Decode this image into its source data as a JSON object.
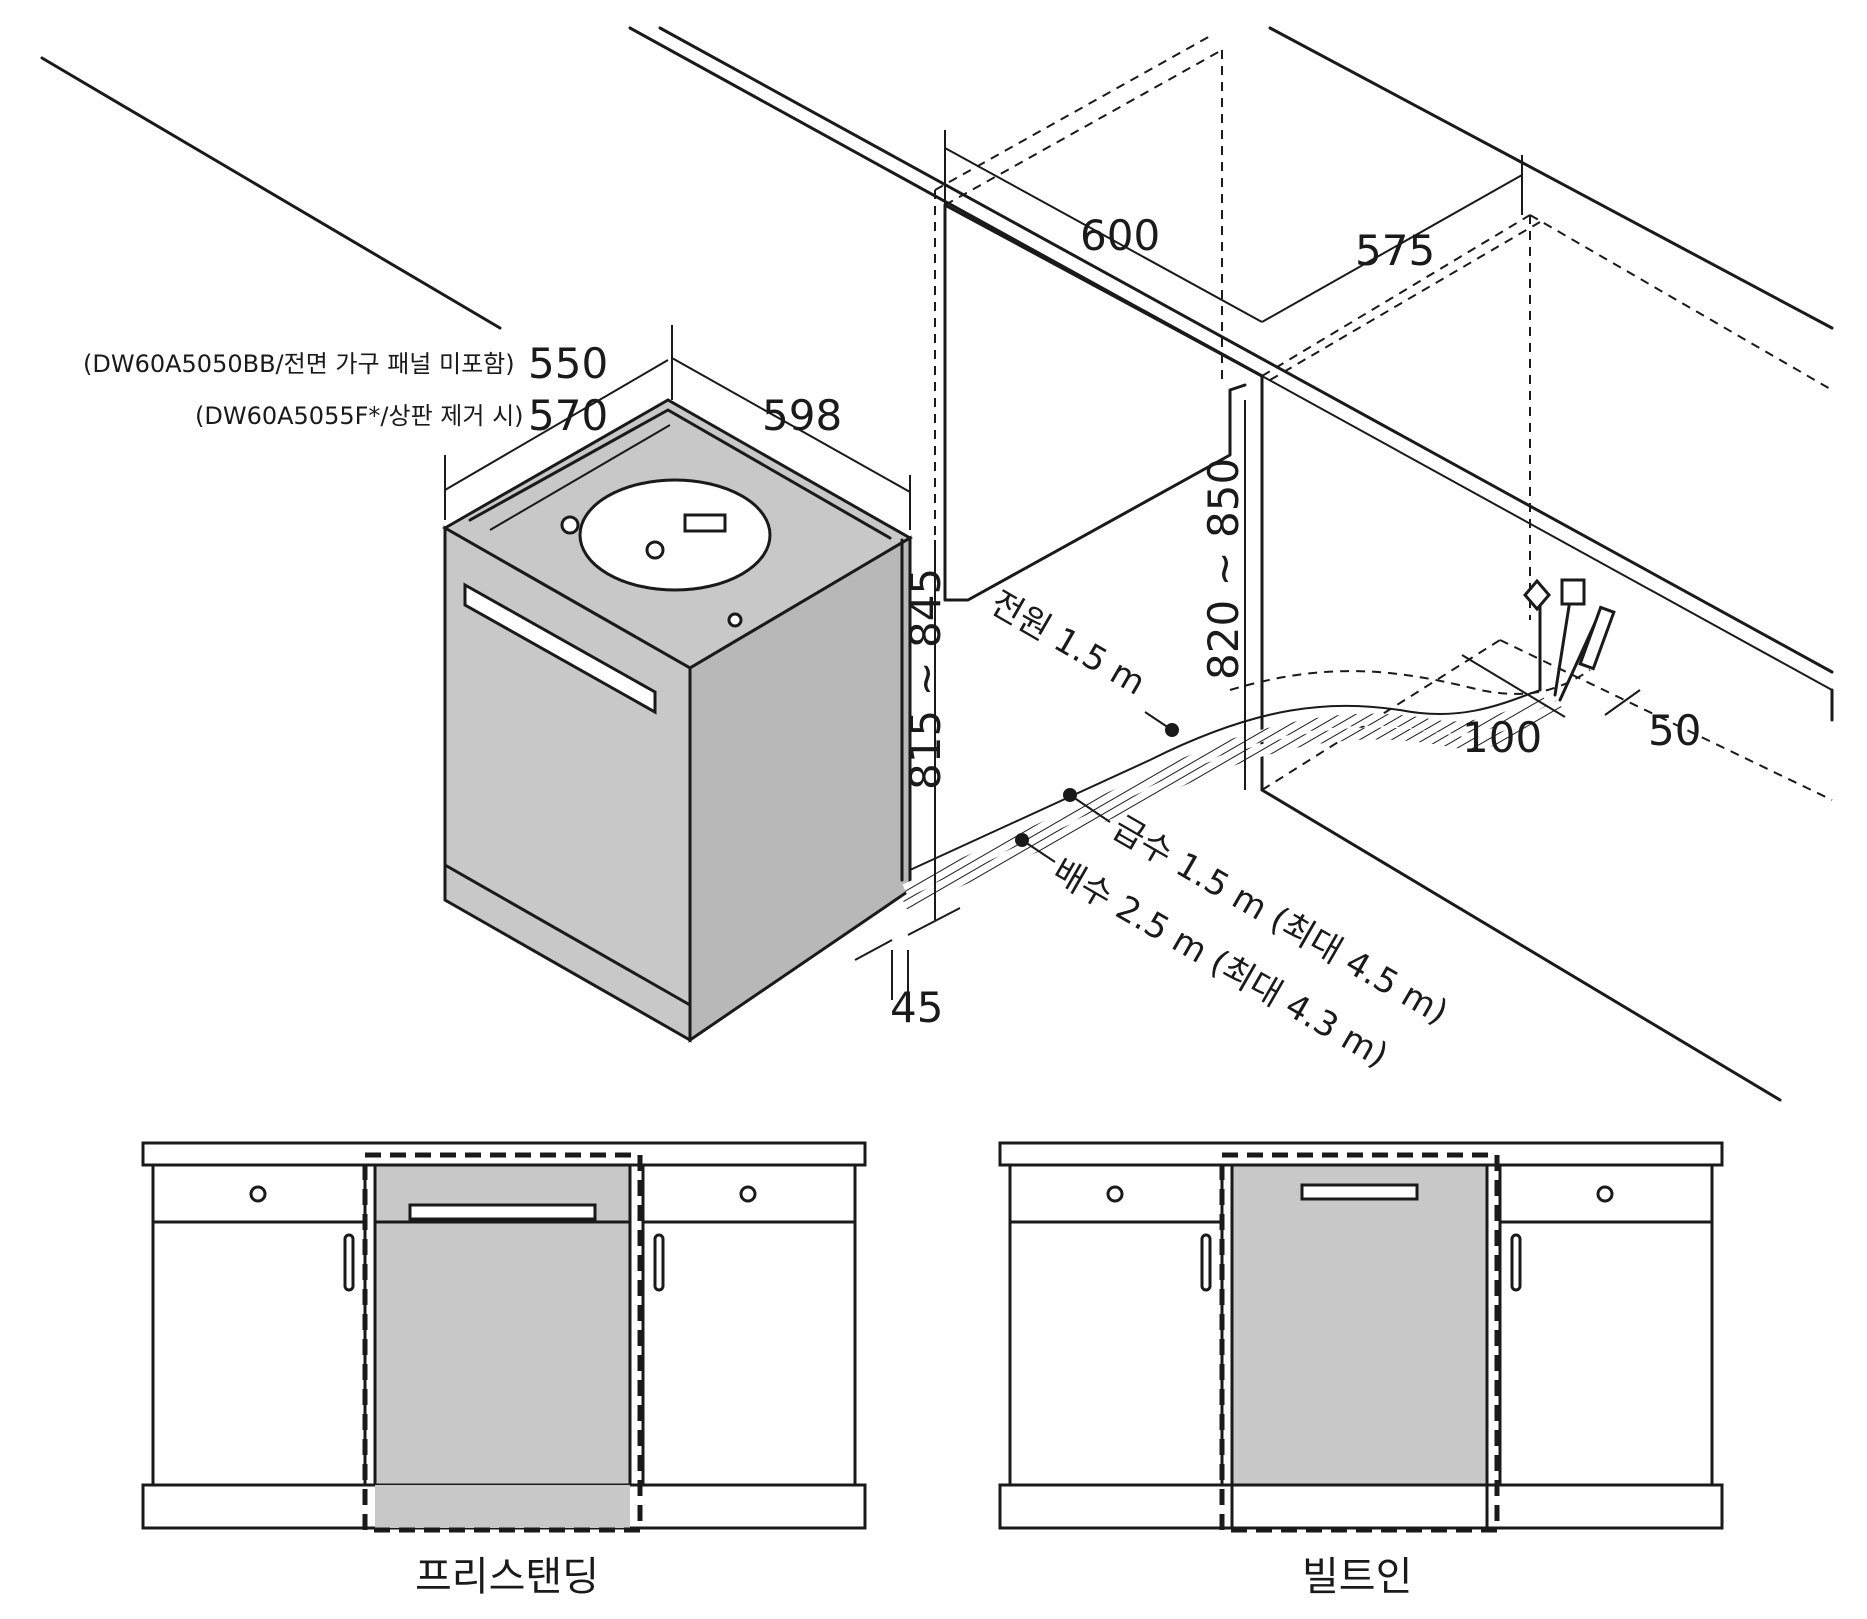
{
  "install_diagram": {
    "dims": {
      "opening_width": "600",
      "opening_depth": "575",
      "opening_height": "820 ~ 850",
      "unit_width": "598",
      "unit_depth_a": "550",
      "unit_depth_b": "570",
      "unit_height": "815 ~ 845",
      "back_gap": "45",
      "outlet_offset": "100",
      "outlet_height": "50"
    },
    "model_notes": {
      "note_a": "(DW60A5050BB/전면 가구 패널 미포함)",
      "note_b": "(DW60A5055F*/상판 제거 시)"
    },
    "hoses": {
      "power": "전원 1.5 m",
      "supply": "급수 1.5 m (최대 4.5 m)",
      "drain": "배수 2.5 m (최대 4.3 m)"
    }
  },
  "layouts": {
    "freestanding_label": "프리스탠딩",
    "builtin_label": "빌트인"
  }
}
